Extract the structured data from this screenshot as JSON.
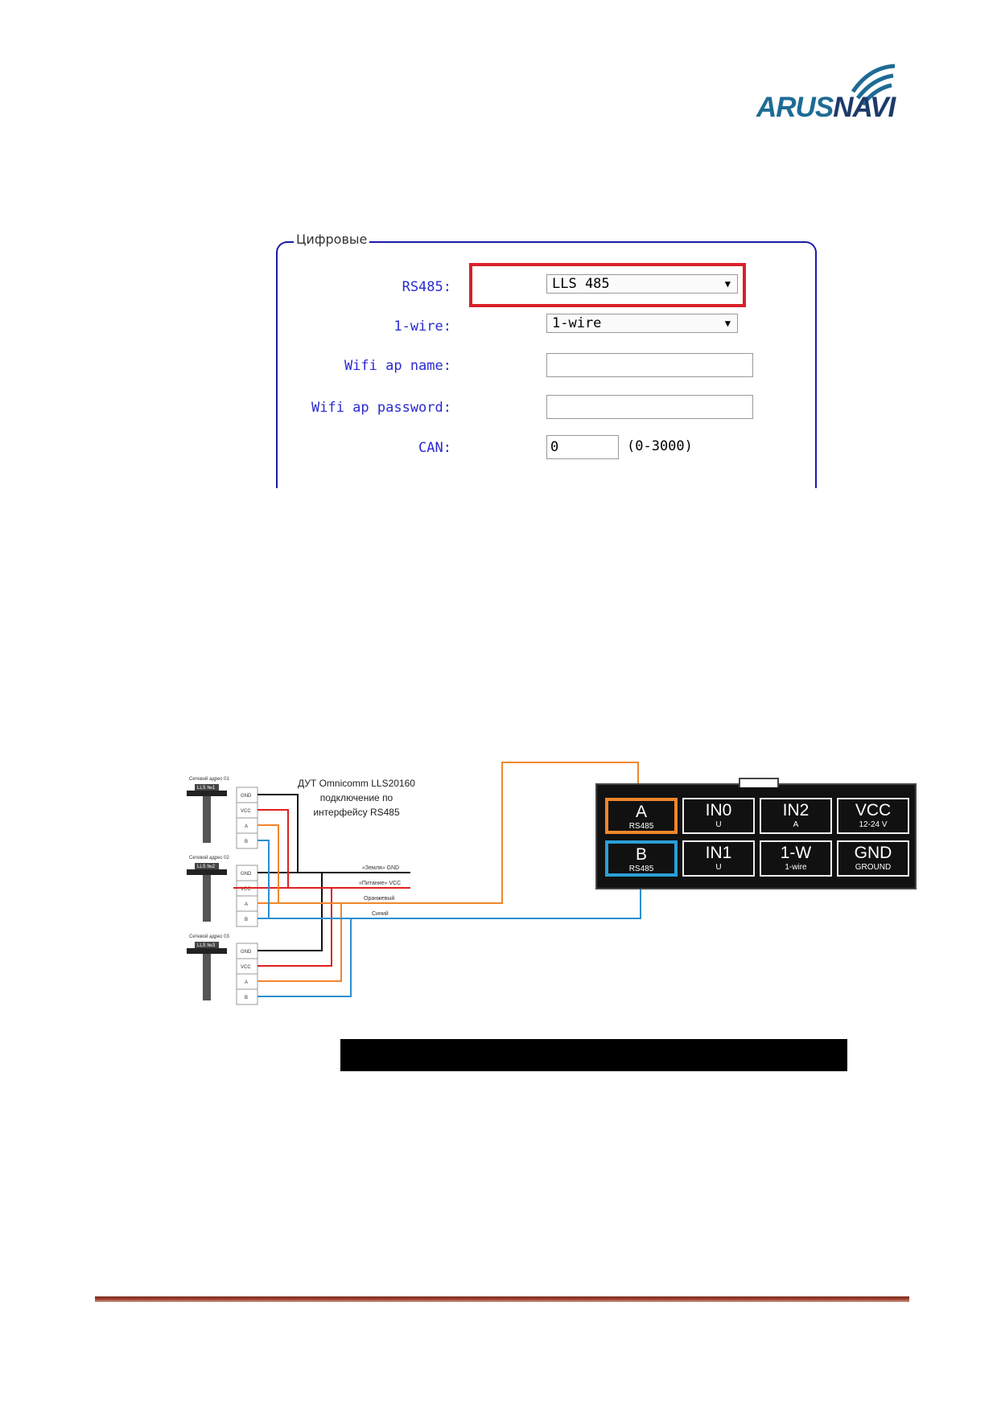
{
  "logo": {
    "text_a": "ARUS",
    "text_b": "NAVI"
  },
  "panel": {
    "legend": "Цифровые",
    "rs485_label": "RS485:",
    "rs485_value": "LLS 485",
    "onewire_label": "1-wire:",
    "onewire_value": "1-wire",
    "wifi_name_label": "Wifi ap name:",
    "wifi_name_value": "",
    "wifi_pass_label": "Wifi ap password:",
    "wifi_pass_value": "",
    "can_label": "CAN:",
    "can_value": "0",
    "can_hint": "(0-3000)",
    "highlight_color": "#d8202a"
  },
  "diagram": {
    "title_lines": [
      "ДУТ Omnicomm LLS20160",
      "подключение по",
      "интерфейсу RS485"
    ],
    "sensors": [
      {
        "tag": "Сетевой адрес 01",
        "plate": "LLS №1"
      },
      {
        "tag": "Сетевой адрес 02",
        "plate": "LLS №2"
      },
      {
        "tag": "Сетевой адрес 03",
        "plate": "LLS №3"
      }
    ],
    "pins": [
      "GND",
      "VCC",
      "A",
      "B"
    ],
    "wire_labels": [
      "«Земля» GND",
      "«Питание» VCC",
      "Оранжевый",
      "Синий"
    ],
    "connector": [
      {
        "big": "A",
        "small": "RS485",
        "accent": "orange"
      },
      {
        "big": "IN0",
        "small": "U"
      },
      {
        "big": "IN2",
        "small": "A"
      },
      {
        "big": "VCC",
        "small": "12-24 V"
      },
      {
        "big": "B",
        "small": "RS485",
        "accent": "blue"
      },
      {
        "big": "IN1",
        "small": "U"
      },
      {
        "big": "1-W",
        "small": "1-wire"
      },
      {
        "big": "GND",
        "small": "GROUND"
      }
    ],
    "colors": {
      "gnd": "#111111",
      "vcc": "#e02020",
      "a": "#f0862b",
      "b": "#2a90d0"
    }
  }
}
